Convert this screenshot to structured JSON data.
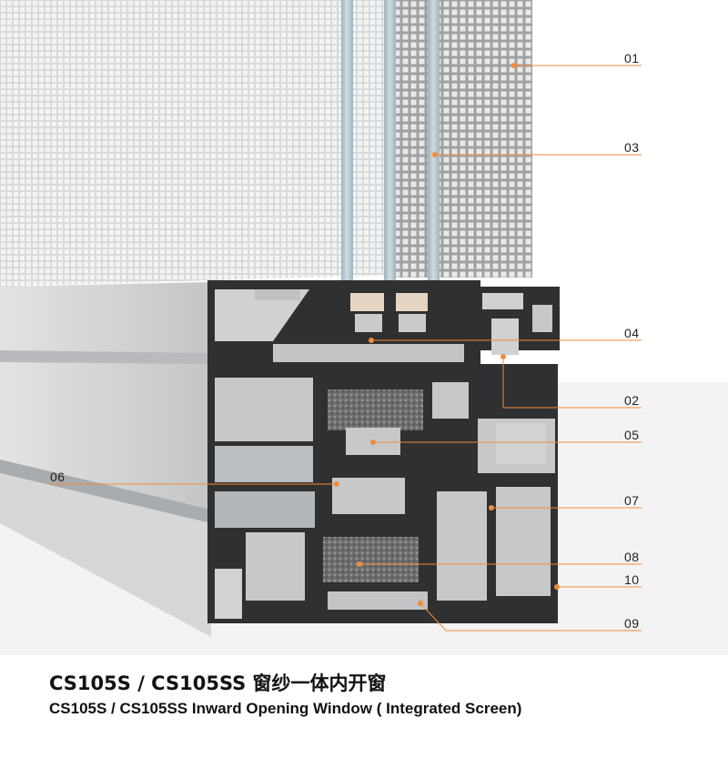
{
  "caption": {
    "title_cn": "CS105S / CS105SS 窗纱一体内开窗",
    "title_en": "CS105S / CS105SS Inward Opening Window ( Integrated Screen)"
  },
  "callouts": [
    {
      "id": "01"
    },
    {
      "id": "03"
    },
    {
      "id": "04"
    },
    {
      "id": "02"
    },
    {
      "id": "05"
    },
    {
      "id": "06"
    },
    {
      "id": "07"
    },
    {
      "id": "08"
    },
    {
      "id": "10"
    },
    {
      "id": "09"
    }
  ],
  "colors": {
    "accent": "#f08c3a",
    "frame_grey": "#c9cbcd",
    "profile_dark": "#2b2c2e",
    "glass": "#b9c9cf",
    "background": "#ffffff"
  }
}
